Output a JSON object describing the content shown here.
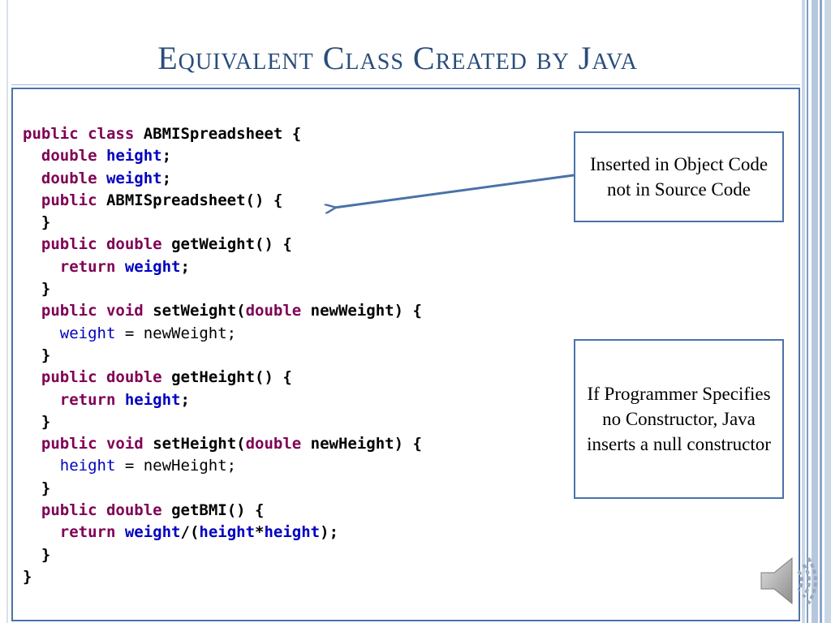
{
  "slide": {
    "title": "Equivalent Class Created by Java"
  },
  "code": {
    "lines": [
      {
        "indent": "",
        "tokens": [
          {
            "t": "public",
            "c": "kw"
          },
          {
            "t": " "
          },
          {
            "t": "class",
            "c": "kw"
          },
          {
            "t": " ABMISpreadsheet {"
          }
        ]
      },
      {
        "indent": "  ",
        "tokens": [
          {
            "t": "double",
            "c": "kw"
          },
          {
            "t": " "
          },
          {
            "t": "height",
            "c": "fld"
          },
          {
            "t": ";"
          }
        ]
      },
      {
        "indent": "  ",
        "tokens": [
          {
            "t": "double",
            "c": "kw"
          },
          {
            "t": " "
          },
          {
            "t": "weight",
            "c": "fld"
          },
          {
            "t": ";"
          }
        ]
      },
      {
        "indent": "  ",
        "tokens": [
          {
            "t": "public",
            "c": "kw"
          },
          {
            "t": " ABMISpreadsheet() {"
          }
        ]
      },
      {
        "indent": "  ",
        "tokens": [
          {
            "t": "}"
          }
        ]
      },
      {
        "indent": "  ",
        "tokens": [
          {
            "t": "public",
            "c": "kw"
          },
          {
            "t": " "
          },
          {
            "t": "double",
            "c": "kw"
          },
          {
            "t": " getWeight() {"
          }
        ]
      },
      {
        "indent": "    ",
        "tokens": [
          {
            "t": "return",
            "c": "kw"
          },
          {
            "t": " "
          },
          {
            "t": "weight",
            "c": "fld"
          },
          {
            "t": ";"
          }
        ]
      },
      {
        "indent": "  ",
        "tokens": [
          {
            "t": "}"
          }
        ]
      },
      {
        "indent": "  ",
        "tokens": [
          {
            "t": "public",
            "c": "kw"
          },
          {
            "t": " "
          },
          {
            "t": "void",
            "c": "kw"
          },
          {
            "t": " setWeight("
          },
          {
            "t": "double",
            "c": "kw"
          },
          {
            "t": " newWeight) {"
          }
        ]
      },
      {
        "indent": "    ",
        "tokens": [
          {
            "t": "weight",
            "c": "fld plain"
          },
          {
            "t": " = newWeight;",
            "c": "plain"
          }
        ]
      },
      {
        "indent": "  ",
        "tokens": [
          {
            "t": "}"
          }
        ]
      },
      {
        "indent": "  ",
        "tokens": [
          {
            "t": "public",
            "c": "kw"
          },
          {
            "t": " "
          },
          {
            "t": "double",
            "c": "kw"
          },
          {
            "t": " getHeight() {"
          }
        ]
      },
      {
        "indent": "    ",
        "tokens": [
          {
            "t": "return",
            "c": "kw"
          },
          {
            "t": " "
          },
          {
            "t": "height",
            "c": "fld"
          },
          {
            "t": ";"
          }
        ]
      },
      {
        "indent": "  ",
        "tokens": [
          {
            "t": "}"
          }
        ]
      },
      {
        "indent": "  ",
        "tokens": [
          {
            "t": "public",
            "c": "kw"
          },
          {
            "t": " "
          },
          {
            "t": "void",
            "c": "kw"
          },
          {
            "t": " setHeight("
          },
          {
            "t": "double",
            "c": "kw"
          },
          {
            "t": " newHeight) {"
          }
        ]
      },
      {
        "indent": "    ",
        "tokens": [
          {
            "t": "height",
            "c": "fld plain"
          },
          {
            "t": " = newHeight;",
            "c": "plain"
          }
        ]
      },
      {
        "indent": "  ",
        "tokens": [
          {
            "t": "}"
          }
        ]
      },
      {
        "indent": "  ",
        "tokens": [
          {
            "t": "public",
            "c": "kw"
          },
          {
            "t": " "
          },
          {
            "t": "double",
            "c": "kw"
          },
          {
            "t": " getBMI() {"
          }
        ]
      },
      {
        "indent": "    ",
        "tokens": [
          {
            "t": "return",
            "c": "kw"
          },
          {
            "t": " "
          },
          {
            "t": "weight",
            "c": "fld"
          },
          {
            "t": "/("
          },
          {
            "t": "height",
            "c": "fld"
          },
          {
            "t": "*"
          },
          {
            "t": "height",
            "c": "fld"
          },
          {
            "t": ");"
          }
        ]
      },
      {
        "indent": "  ",
        "tokens": [
          {
            "t": "}"
          }
        ]
      },
      {
        "indent": "",
        "tokens": [
          {
            "t": "}"
          }
        ]
      }
    ]
  },
  "callouts": {
    "inserted": "Inserted in Object Code not in Source Code",
    "null_constructor": "If Programmer Specifies no Constructor, Java inserts a null constructor"
  },
  "colors": {
    "title": "#2a4d7a",
    "keyword": "#7f0055",
    "field": "#0000c0",
    "frame": "#4a72a8"
  },
  "icons": {
    "audio": "speaker-icon"
  }
}
